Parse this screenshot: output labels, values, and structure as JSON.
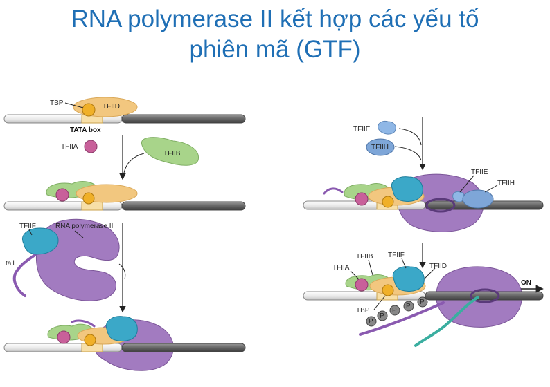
{
  "title": {
    "line1": "RNA polymerase II kết hợp các yếu tố",
    "line2": "phiên mã (GTF)"
  },
  "labels": {
    "tbp": "TBP",
    "tfiid": "TFIID",
    "tata_box": "TATA box",
    "tfiia": "TFIIA",
    "tfiib": "TFIIB",
    "tfiif": "TFIIF",
    "rna_polymerase_ii": "RNA polymerase II",
    "tail": "tail",
    "tfiie": "TFIIE",
    "tfiih": "TFIIH",
    "phosphate": "P",
    "on": "ON"
  },
  "colors": {
    "title": "#1f6fb5",
    "tfiid": "#f2c77f",
    "tbp": "#f0b028",
    "tfiia": "#c8609a",
    "tfiib": "#a8d48a",
    "tfiif": "#3ba8c8",
    "polymerase": "#a27bc0",
    "tfiie": "#8fb7e6",
    "tfiih": "#7ea6d8",
    "rna": "#3aaea0"
  }
}
